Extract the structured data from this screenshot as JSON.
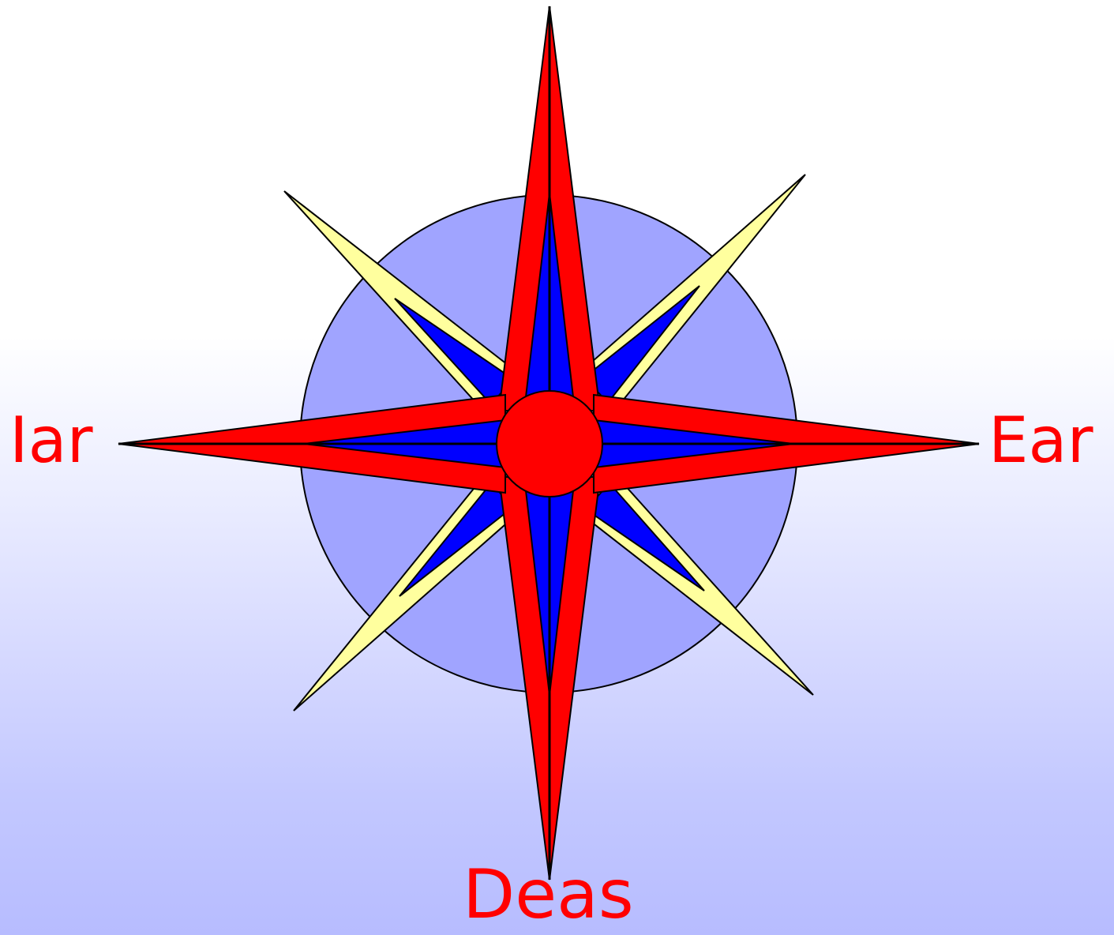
{
  "labels": {
    "west": "Iar",
    "east": "Ear",
    "south": "Deas"
  },
  "colors": {
    "label_text": "#ff0000",
    "disc_fill": "#a0a4ff",
    "diagonal_point_outer": "#ffff9e",
    "point_inner": "#0000ff",
    "cardinal_point_outer": "#ff0000",
    "center_hub": "#ff0000",
    "outline": "#000000"
  }
}
